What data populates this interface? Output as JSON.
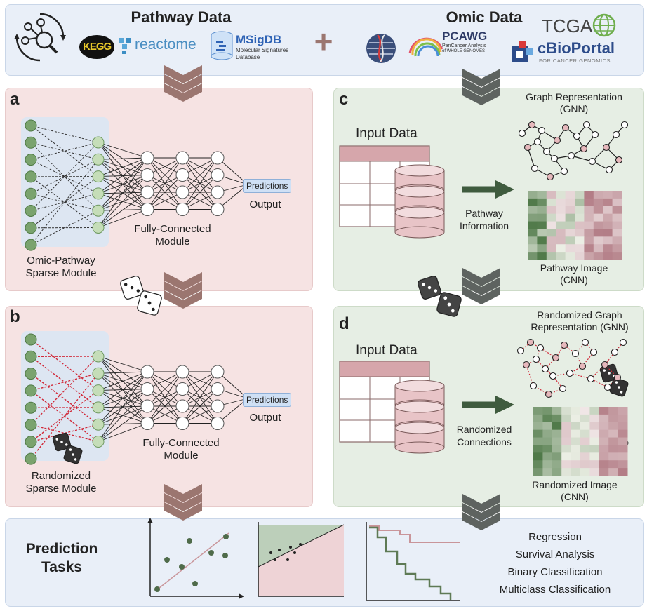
{
  "colors": {
    "top_bg": "#e9eff8",
    "left_bg": "#f6e3e3",
    "right_bg": "#e6eee4",
    "bottom_bg": "#e9eff8",
    "node_green": "#7aa36e",
    "node_green_light": "#c5ddb8",
    "chevron_mauve": "#9b7670",
    "chevron_dark": "#5e6360",
    "pink_fill": "#e6b8bc",
    "pink_line": "#d12a3a"
  },
  "header": {
    "pathway_title": "Pathway Data",
    "omic_title": "Omic Data",
    "plus": "+",
    "logos": {
      "kegg": "KEGG",
      "reactome": "reactome",
      "msigdb_title": "MSigDB",
      "msigdb_sub1": "Molecular Signatures",
      "msigdb_sub2": "Database",
      "pcawg_title": "PCAWG",
      "pcawg_sub1": "PanCancer Analysis",
      "pcawg_sub2": "of WHOLE GENOMES",
      "tcga": "TCGA",
      "cbioportal": "cBioPortal",
      "cbioportal_sub": "FOR CANCER GENOMICS"
    }
  },
  "panel_a": {
    "letter": "a",
    "predictions": "Predictions",
    "output": "Output",
    "fc1": "Fully-Connected",
    "fc2": "Module",
    "sparse1": "Omic-Pathway",
    "sparse2": "Sparse Module"
  },
  "panel_b": {
    "letter": "b",
    "predictions": "Predictions",
    "output": "Output",
    "fc1": "Fully-Connected",
    "fc2": "Module",
    "sparse1": "Randomized",
    "sparse2": "Sparse Module"
  },
  "panel_c": {
    "letter": "c",
    "input": "Input Data",
    "graph1": "Graph Representation",
    "graph2": "(GNN)",
    "arrow1": "Pathway",
    "arrow2": "Information",
    "image1": "Pathway Image",
    "image2": "(CNN)"
  },
  "panel_d": {
    "letter": "d",
    "input": "Input Data",
    "graph1": "Randomized Graph",
    "graph2": "Representation (GNN)",
    "arrow1": "Randomized",
    "arrow2": "Connections",
    "image1": "Randomized Image",
    "image2": "(CNN)"
  },
  "bottom": {
    "title1": "Prediction",
    "title2": "Tasks",
    "tasks": [
      "Regression",
      "Survival Analysis",
      "Binary Classification",
      "Multiclass Classification"
    ]
  }
}
